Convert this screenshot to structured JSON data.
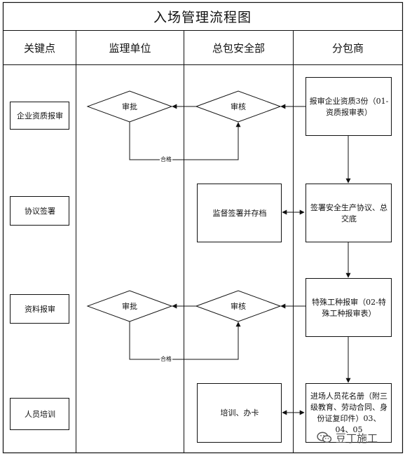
{
  "title": "入场管理流程图",
  "columns": [
    "关键点",
    "监理单位",
    "总包安全部",
    "分包商"
  ],
  "key_points": [
    "企业资质报审",
    "协议签署",
    "资料报审",
    "人员培训"
  ],
  "flow": {
    "qualification_report": "报审企业资质3份（01-资质报审表）",
    "sign_agreement": "签署安全生产协议、总交底",
    "supervise_sign_archive": "监督签署并存档",
    "special_worker_report": "特殊工种报审（02-特殊工种报审表）",
    "training_card": "培训、办卡",
    "personnel_roster": "进场人员花名册（附三级教育、劳动合同、身份证复印件）03、04、05"
  },
  "decisions": {
    "review_1": "审核",
    "approve_1": "审批",
    "review_2": "审核",
    "approve_2": "审批"
  },
  "edge_labels": {
    "pass_1": "合格",
    "pass_2": "合格"
  },
  "watermark": "豆丁施工",
  "icons": {
    "watermark_icon": "wechat-icon"
  }
}
